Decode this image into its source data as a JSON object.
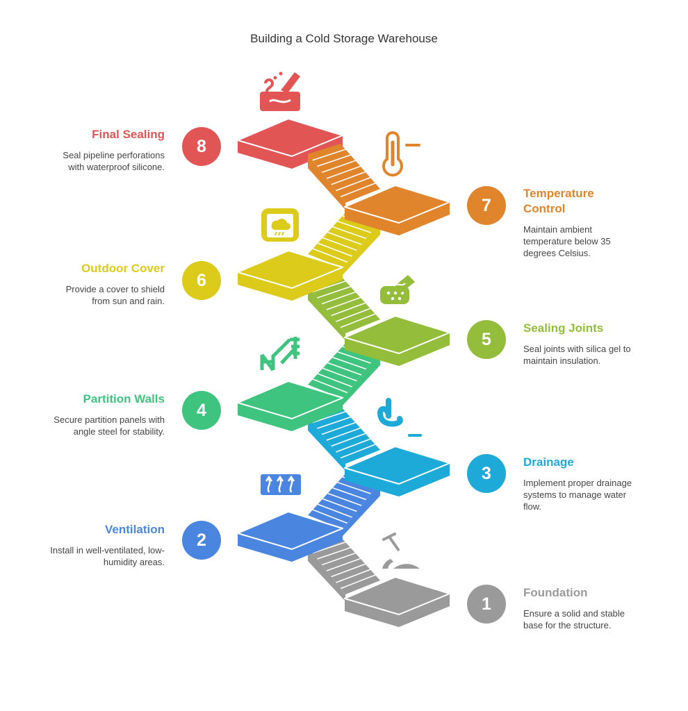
{
  "title": "Building a Cold Storage Warehouse",
  "steps": [
    {
      "n": "1",
      "title": "Foundation",
      "desc": "Ensure a solid and stable base for the structure.",
      "color": "#9a9a9a",
      "icon": "shovel-icon"
    },
    {
      "n": "2",
      "title": "Ventilation",
      "desc": "Install in well-ventilated, low-humidity areas.",
      "color": "#4a86e0",
      "icon": "airflow-icon"
    },
    {
      "n": "3",
      "title": "Drainage",
      "desc": "Implement proper drainage systems to manage water flow.",
      "color": "#1eaad9",
      "icon": "pipe-icon"
    },
    {
      "n": "4",
      "title": "Partition Walls",
      "desc": "Secure partition panels with angle steel for stability.",
      "color": "#3ec47e",
      "icon": "partition-icon"
    },
    {
      "n": "5",
      "title": "Sealing Joints",
      "desc": "Seal joints with silica gel to maintain insulation.",
      "color": "#93bd3a",
      "icon": "sealant-icon"
    },
    {
      "n": "6",
      "title": "Outdoor Cover",
      "desc": "Provide a cover to shield from sun and rain.",
      "color": "#dccb1a",
      "icon": "cover-icon"
    },
    {
      "n": "7",
      "title": "Temperature Control",
      "desc": "Maintain ambient temperature below 35 degrees Celsius.",
      "color": "#e0852c",
      "icon": "thermometer-icon"
    },
    {
      "n": "8",
      "title": "Final Sealing",
      "desc": "Seal pipeline perforations with waterproof silicone.",
      "color": "#e25555",
      "icon": "silicone-gun-icon"
    }
  ]
}
